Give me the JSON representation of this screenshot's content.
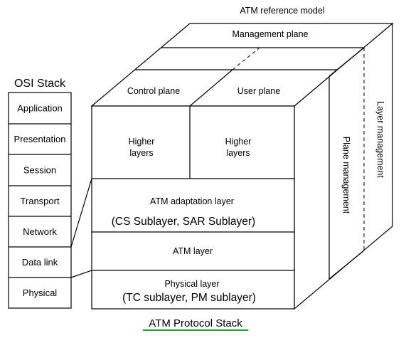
{
  "header": {
    "title": "ATM reference model"
  },
  "osi": {
    "title": "OSI Stack",
    "layers": [
      "Application",
      "Presentation",
      "Session",
      "Transport",
      "Network",
      "Data link",
      "Physical"
    ]
  },
  "atm": {
    "management_plane": "Management plane",
    "control_plane": "Control plane",
    "user_plane": "User plane",
    "higher_layers": [
      "Higher",
      "layers"
    ],
    "aal": "ATM adaptation layer",
    "aal_sub": "(CS Sublayer, SAR Sublayer)",
    "atm_layer": "ATM layer",
    "physical": "Physical layer",
    "physical_sub": "(TC sublayer, PM sublayer)",
    "plane_management": "Plane management",
    "layer_management": "Layer management"
  },
  "footer": {
    "caption": "ATM Protocol Stack",
    "underline_color": "#1e9e3a"
  }
}
